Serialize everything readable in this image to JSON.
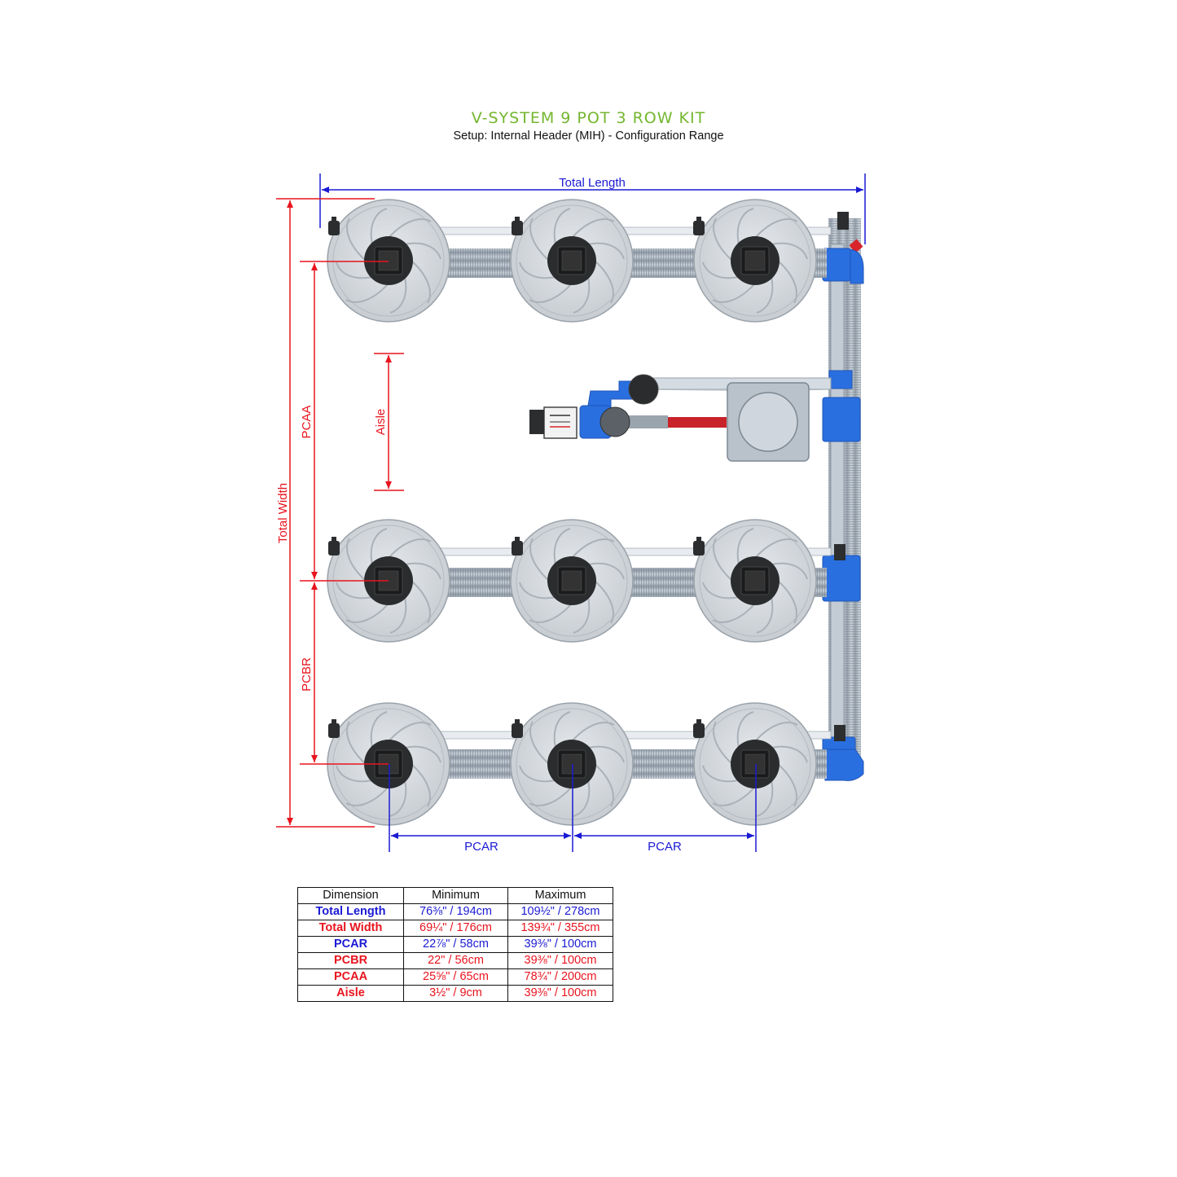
{
  "header": {
    "title": "V-SYSTEM 9 POT 3 ROW KIT",
    "subtitle": "Setup: Internal Header (MIH) - Configuration Range"
  },
  "colors": {
    "title": "#74b62e",
    "blue_dimension": "#1a1ad4",
    "red_dimension": "#e8141e",
    "pipe_blue": "#2a6fe0",
    "pot_grey": "#d6dadd"
  },
  "labels": {
    "total_length": "Total Length",
    "total_width": "Total Width",
    "pcaa": "PCAA",
    "aisle": "Aisle",
    "pcbr": "PCBR",
    "pcar_1": "PCAR",
    "pcar_2": "PCAR"
  },
  "table": {
    "headers": [
      "Dimension",
      "Minimum",
      "Maximum"
    ],
    "rows": [
      {
        "name": "Total Length",
        "min": "76⅜\" / 194cm",
        "max": "109½\" / 278cm",
        "color": "blue"
      },
      {
        "name": "Total Width",
        "min": "69¼\" / 176cm",
        "max": "139¾\" / 355cm",
        "color": "red"
      },
      {
        "name": "PCAR",
        "min": "22⅞\" / 58cm",
        "max": "39⅜\" / 100cm",
        "color": "blue"
      },
      {
        "name": "PCBR",
        "min": "22\" / 56cm",
        "max": "39⅜\" / 100cm",
        "color": "red"
      },
      {
        "name": "PCAA",
        "min": "25⅝\" / 65cm",
        "max": "78¾\" / 200cm",
        "color": "red"
      },
      {
        "name": "Aisle",
        "min": "3½\" / 9cm",
        "max": "39⅜\" / 100cm",
        "color": "red"
      }
    ]
  }
}
